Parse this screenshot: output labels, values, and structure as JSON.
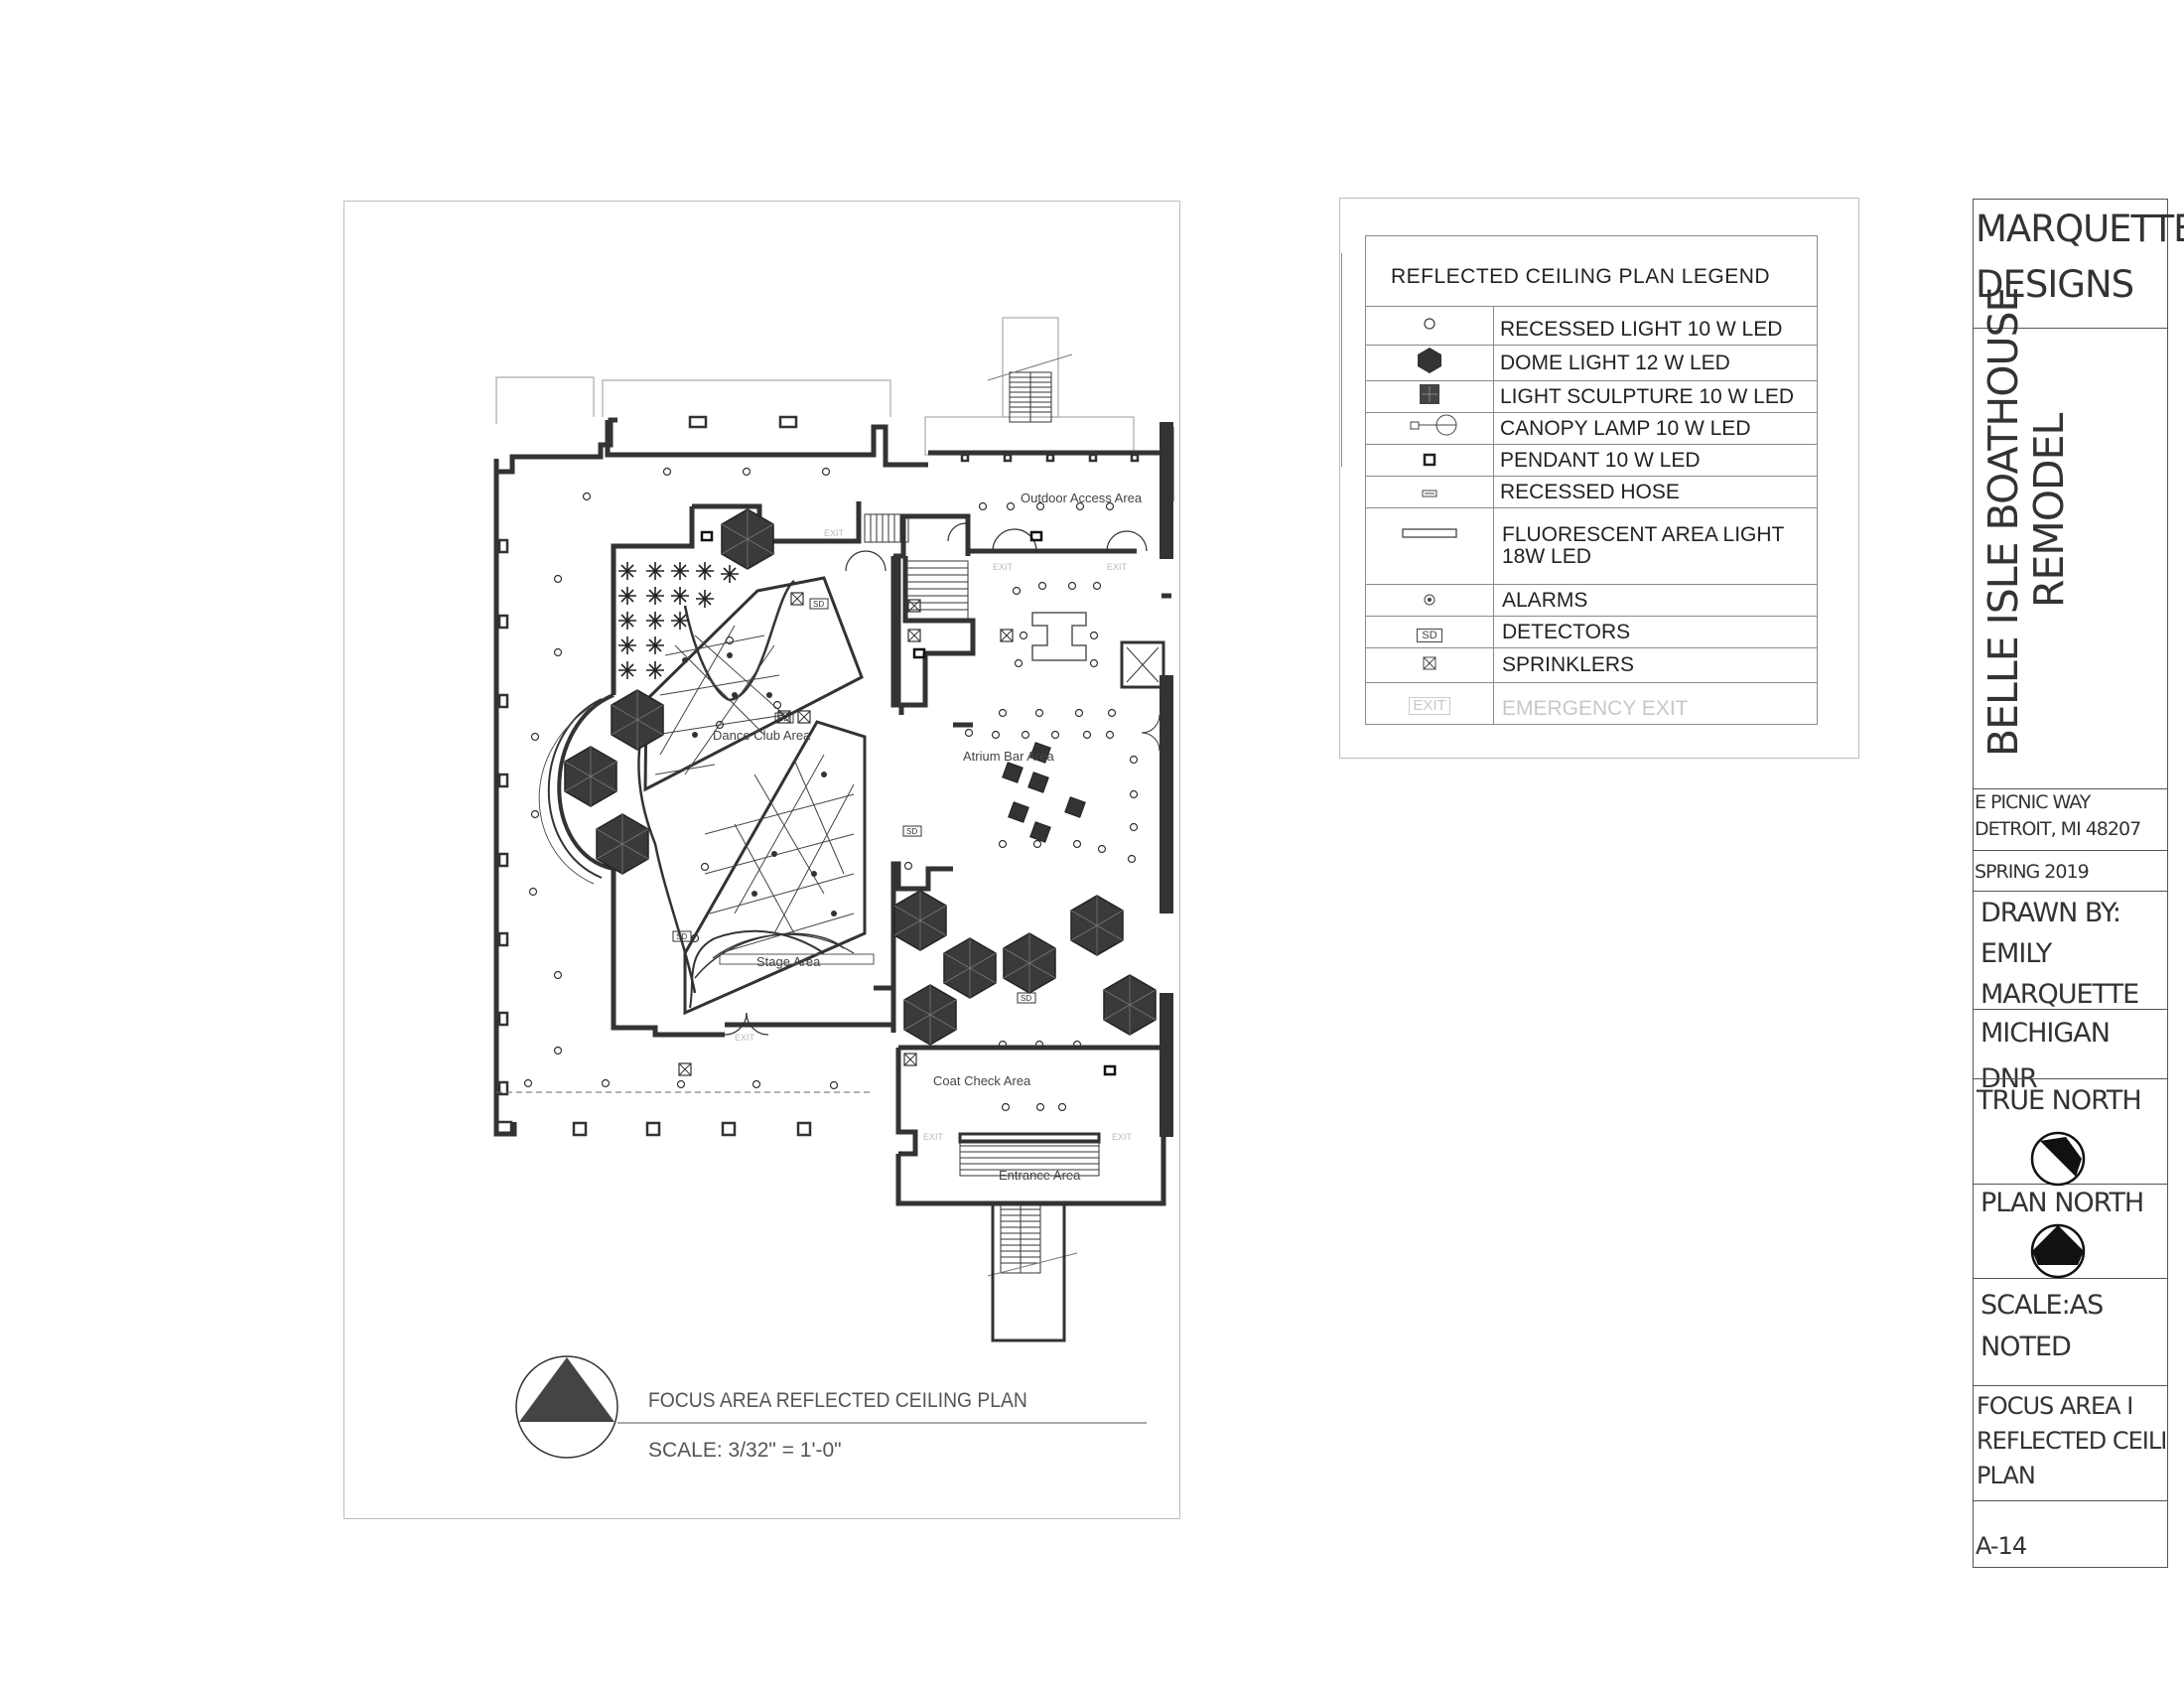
{
  "drawing": {
    "rooms": {
      "outdoor_access": "Outdoor Access Area",
      "dance_club": "Dance Club Area",
      "atrium_bar": "Atrium Bar Area",
      "stage": "Stage Area",
      "coat_check": "Coat Check Area",
      "entrance": "Entrance Area"
    },
    "exit_mark": "EXIT",
    "detector_mark": "SD",
    "title": "FOCUS AREA  REFLECTED CEILING PLAN",
    "scale": "SCALE: 3/32\" = 1'-0\""
  },
  "legend": {
    "title": "REFLECTED CEILING PLAN  LEGEND",
    "rows": [
      {
        "symbol": "recessed-light-icon",
        "label": "RECESSED LIGHT 10 W LED"
      },
      {
        "symbol": "dome-light-icon",
        "label": "DOME LIGHT 12 W LED"
      },
      {
        "symbol": "light-sculpture-icon",
        "label": "LIGHT SCULPTURE 10 W LED"
      },
      {
        "symbol": "canopy-lamp-icon",
        "label": "CANOPY LAMP 10 W LED"
      },
      {
        "symbol": "pendant-icon",
        "label": "PENDANT 10 W LED"
      },
      {
        "symbol": "recessed-hose-icon",
        "label": "RECESSED HOSE"
      },
      {
        "symbol": "fluorescent-light-icon",
        "label": "FLUORESCENT AREA LIGHT\n18W LED"
      },
      {
        "symbol": "alarm-icon",
        "label": "ALARMS"
      },
      {
        "symbol": "detector-icon",
        "label": "DETECTORS",
        "mark": "SD"
      },
      {
        "symbol": "sprinkler-icon",
        "label": "SPRINKLERS"
      },
      {
        "symbol": "exit-icon",
        "label": "EMERGENCY EXIT",
        "mark": "EXIT"
      }
    ]
  },
  "title_block": {
    "firm": "MARQUETTE\nDESIGNS",
    "project_line1": "BELLE ISLE BOATHOUSE",
    "project_line2": "REMODEL",
    "address_line1": "E PICNIC WAY",
    "address_line2": "DETROIT, MI 48207",
    "term": "SPRING 2019",
    "drawn_by_label": "DRAWN BY:",
    "drawn_by_name1": "EMILY",
    "drawn_by_name2": "MARQUETTE",
    "client": "MICHIGAN DNR",
    "true_north": "TRUE NORTH",
    "plan_north": "PLAN NORTH",
    "scale_line1": "SCALE:AS",
    "scale_line2": "NOTED",
    "sheet_title1": "FOCUS AREA I",
    "sheet_title2": "REFLECTED CEILING",
    "sheet_title3": "PLAN",
    "sheet_number": "A-14"
  }
}
